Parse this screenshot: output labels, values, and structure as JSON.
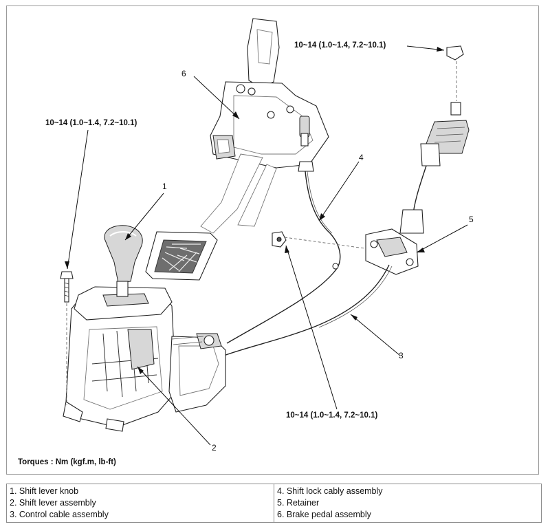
{
  "figure": {
    "torque_labels": {
      "top_right": "10~14 (1.0~1.4, 7.2~10.1)",
      "left": "10~14 (1.0~1.4, 7.2~10.1)",
      "bottom": "10~14 (1.0~1.4, 7.2~10.1)"
    },
    "callouts": [
      "1",
      "2",
      "3",
      "4",
      "5",
      "6"
    ],
    "units_note": "Torques : Nm (kgf.m, lb-ft)"
  },
  "legend": {
    "left_column": [
      "1. Shift lever knob",
      "2. Shift lever assembly",
      "3. Control cable assembly"
    ],
    "right_column": [
      "4. Shift lock cably assembly",
      "5. Retainer",
      "6. Brake pedal assembly"
    ]
  }
}
